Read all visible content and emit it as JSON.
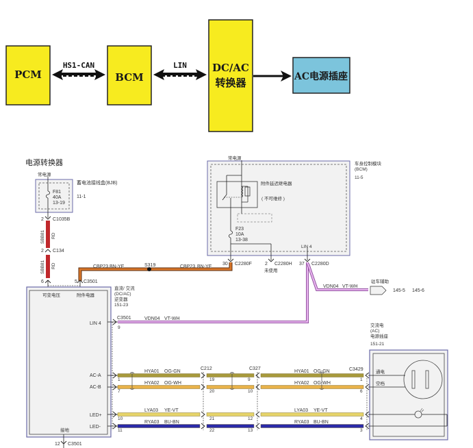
{
  "block_diagram": {
    "blocks": {
      "pcm": "PCM",
      "bcm": "BCM",
      "dcac_line1": "DC/AC",
      "dcac_line2": "转换器",
      "ac_socket": "AC电源插座"
    },
    "links": {
      "pcm_bcm": "HS1-CAN",
      "bcm_dcac": "LIN"
    },
    "colors": {
      "block_fill": "#f7eb1f",
      "socket_fill": "#7cc4dc"
    }
  },
  "schematic": {
    "title": "电源转换器",
    "bjb": {
      "supply_label": "常电源",
      "name": "蓄电池接线盒(BJB)",
      "page_ref": "11-1",
      "fuse_id": "F81",
      "fuse_rating": "40A",
      "fuse_ref": "13-19",
      "connector": "C1035B",
      "pin": "2"
    },
    "wire_sbb81": {
      "circuit": "SBB81",
      "color": "RD",
      "mid_connector": "C134",
      "mid_pin": "2",
      "end_pin": "6"
    },
    "bcm": {
      "supply_label": "常电源",
      "name_line1": "车身控制模块",
      "name_line2": "(BCM)",
      "page_ref": "11-5",
      "relay_name": "附件延迟继电器",
      "relay_note": "( 不可维修 )",
      "fuse_id": "F23",
      "fuse_rating": "10A",
      "fuse_ref": "13-38",
      "lin_label": "LIN 4",
      "pins": [
        {
          "pin": "30",
          "connector": "C2280F"
        },
        {
          "pin": "2",
          "connector": "C2280H",
          "note": "未使用"
        },
        {
          "pin": "37",
          "connector": "C2280D"
        }
      ]
    },
    "wire_cbp23": {
      "circuit": "CBP23",
      "color": "BN-YE",
      "splice": "S319",
      "end_pin": "5",
      "end_connector": "C3501"
    },
    "wire_vdn04_branch": {
      "circuit": "VDN04",
      "color": "VT-WH",
      "dest_name": "驻车辅助",
      "dest_ref1": "145-5",
      "dest_ref2": "145-6"
    },
    "converter": {
      "name_line1": "直流/ 交流",
      "name_line2": "(DC/AC)",
      "name_line3": "逆变器",
      "page_ref": "151-23",
      "label_variable_voltage": "可变电压",
      "label_accessory": "附件电器",
      "label_ground": "接地",
      "ground_pin": "12",
      "ground_connector": "C3501",
      "lin_connector": "C3501",
      "pins": [
        {
          "label": "LIN 4",
          "pin": "9"
        },
        {
          "label": "AC-A",
          "pin": "1"
        },
        {
          "label": "AC-B",
          "pin": "7"
        },
        {
          "label": "LED+",
          "pin": "10"
        },
        {
          "label": "LED-",
          "pin": "11"
        }
      ]
    },
    "wire_vdn04": {
      "circuit": "VDN04",
      "color": "VT-WH"
    },
    "harness": {
      "connector_c212": "C212",
      "connector_c327": "C327",
      "connector_c3429": "C3429",
      "rows": [
        {
          "circuit": "HYA01",
          "color": "OG-GN",
          "c212_pin": "19",
          "c327_pin": "9",
          "c3429_pin": "1",
          "wire_hex": "#a89a3c"
        },
        {
          "circuit": "HYA02",
          "color": "OG-WH",
          "c212_pin": "20",
          "c327_pin": "10",
          "c3429_pin": "6",
          "wire_hex": "#e8b24a"
        },
        {
          "circuit": "LYA03",
          "color": "YE-VT",
          "c212_pin": "21",
          "c327_pin": "12",
          "c3429_pin": "4",
          "wire_hex": "#e6d46a"
        },
        {
          "circuit": "RYA03",
          "color": "BU-BN",
          "c212_pin": "22",
          "c327_pin": "13",
          "c3429_pin": "3",
          "wire_hex": "#2a2aa8"
        }
      ]
    },
    "ac_socket": {
      "name_line1": "交流电",
      "name_line2": "(AC)",
      "name_line3": "电源插座",
      "page_ref": "151-21",
      "label_live": "通电",
      "label_neutral": "空档"
    }
  }
}
